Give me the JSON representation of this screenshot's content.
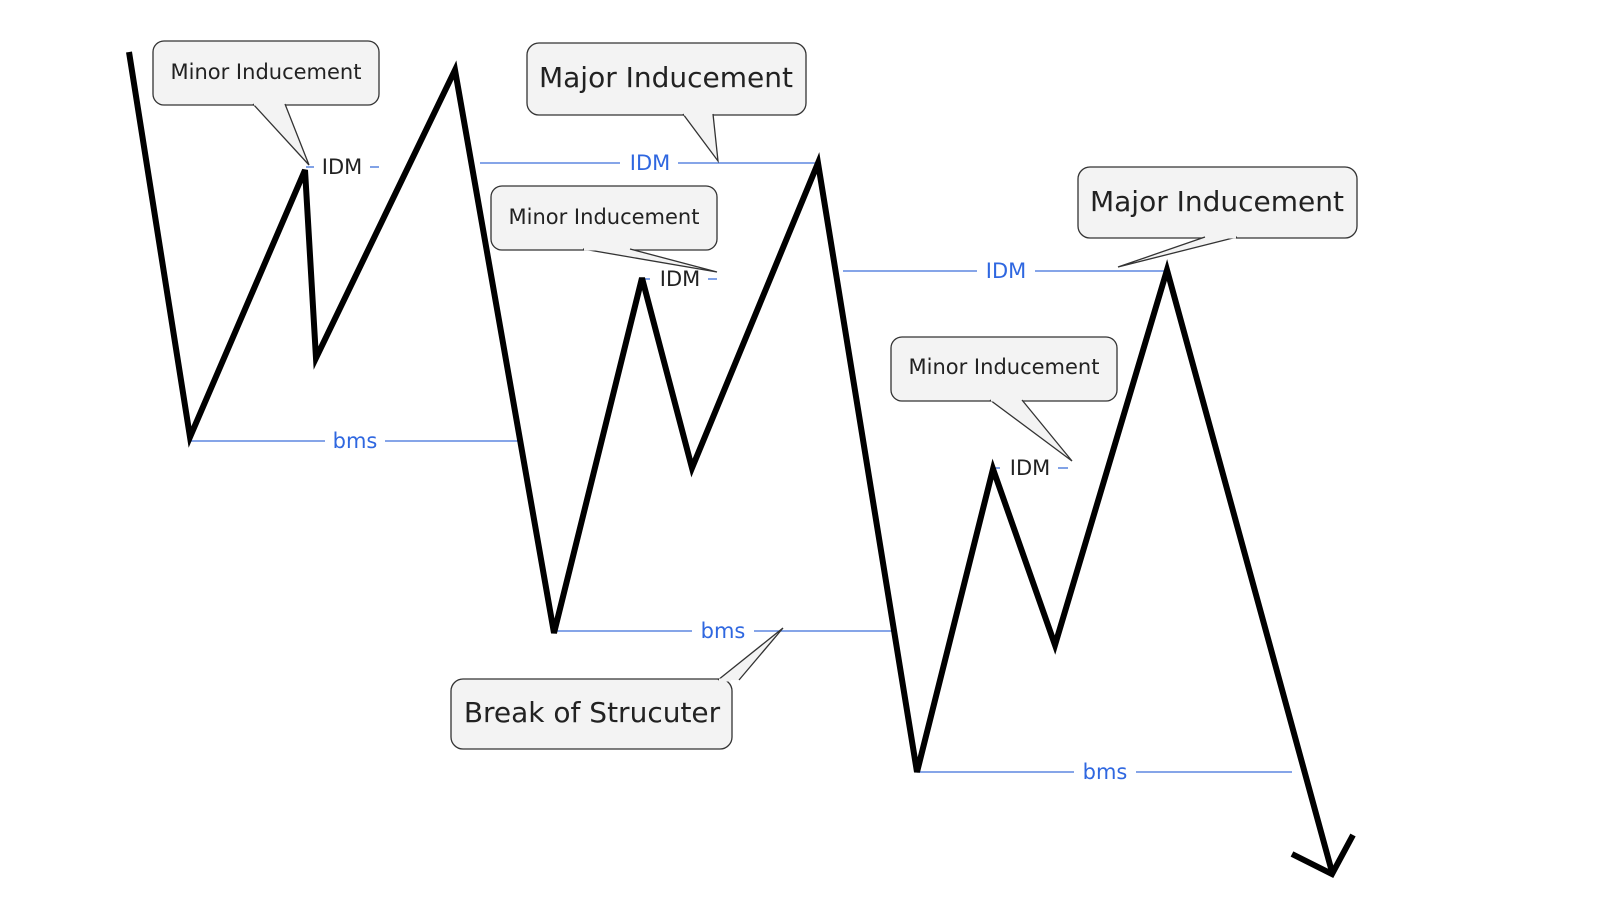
{
  "diagram": {
    "colors": {
      "price_line": "#000000",
      "level_line": "#3d6fd9",
      "level_text": "#2f67e0",
      "callout_fill": "#f3f3f3",
      "callout_border": "#333333"
    },
    "callouts": {
      "minor_1": "Minor Inducement",
      "major_1": "Major Inducement",
      "minor_2": "Minor Inducement",
      "major_2": "Major Inducement",
      "minor_3": "Minor Inducement",
      "bos": "Break of Strucuter"
    },
    "levels": {
      "idm_minor_1": "IDM",
      "idm_major_1": "IDM",
      "idm_minor_2": "IDM",
      "idm_major_2": "IDM",
      "idm_minor_3": "IDM",
      "bms_1": "bms",
      "bms_2": "bms",
      "bms_3": "bms"
    },
    "end_marker": "arrow-down"
  }
}
